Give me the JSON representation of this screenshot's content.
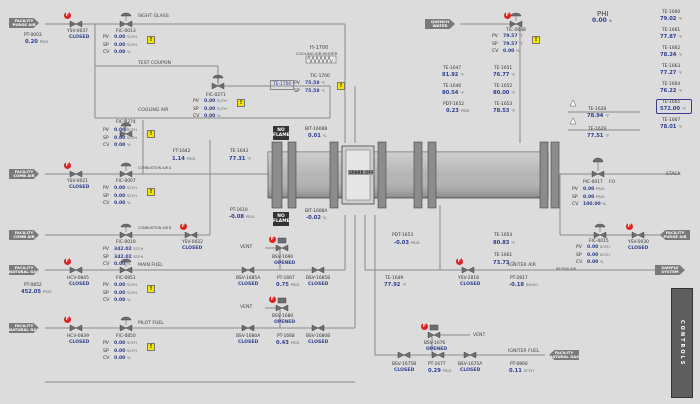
{
  "labels": {
    "sight_glass": "SIGHT GLASS",
    "test_coupon": "TEST COUPON",
    "cooling_air": "COOLING AIR",
    "combustion_air_a": "COMBUSTION AIR A",
    "combustion_air_b": "COMBUSTION AIR B",
    "main_fuel": "MAIN FUEL",
    "pilot_fuel": "PILOT FUEL",
    "vent": "VENT",
    "stack": "STACK",
    "igniter_air": "IGNITER AIR",
    "igniter_fuel": "IGNITER FUEL",
    "heater_title": "H-1700",
    "heater_subtitle": "COOLING AIR HEATER",
    "burner_label": "SPARK OFF",
    "pv": "PV",
    "sp": "SP",
    "cv": "CV",
    "controls": "CONTROLS",
    "phi_label": "PHI",
    "phi_value": "0.00",
    "phi_unit": "Φ",
    "fo": "FO",
    "igniter_air_pressure": "60 PSIG AIR"
  },
  "destinations": {
    "purge_air_1": [
      "FACILITY",
      "PURGE AIR"
    ],
    "comb_air_1": [
      "FACILITY",
      "COMB AIR"
    ],
    "comb_air_2": [
      "FACILITY",
      "COMB AIR"
    ],
    "nat_gas_1": [
      "FACILITY",
      "NATURAL GAS"
    ],
    "nat_gas_2": [
      "FACILITY",
      "NATURAL GAS"
    ],
    "quench_water": [
      "QUENCH",
      "WATER"
    ],
    "purge_air_r": [
      "FACILITY",
      "PURGE AIR"
    ],
    "sample_system": [
      "SAMPLE",
      "SYSTEM"
    ],
    "nat_gas_r": [
      "FACILITY",
      "NATURAL GAS"
    ]
  },
  "flames": {
    "top": [
      "NO",
      "FLAME"
    ],
    "bottom": [
      "NO",
      "FLAME"
    ]
  },
  "valves": {
    "ysv0037": {
      "tag": "YSV-0037",
      "status": "CLOSED"
    },
    "ysv0021": {
      "tag": "YSV-0021",
      "status": "CLOSED"
    },
    "ysv0022": {
      "tag": "YSV-0022",
      "status": "CLOSED"
    },
    "hcv0845": {
      "tag": "HCV-0845",
      "status": "CLOSED"
    },
    "hcv0839": {
      "tag": "HCV-0839",
      "status": "CLOSED"
    },
    "bsv1690": {
      "tag": "BSV-1690",
      "status": "OPENED"
    },
    "bsv1685a": {
      "tag": "BSV-1685A",
      "status": "CLOSED"
    },
    "bsv1685b": {
      "tag": "BSV-1685B",
      "status": "CLOSED"
    },
    "bsv1680": {
      "tag": "BSV-1680",
      "status": "OPENED"
    },
    "bsv1680a": {
      "tag": "BSV-1680A",
      "status": "CLOSED"
    },
    "bsv1680b": {
      "tag": "BSV-1680B",
      "status": "CLOSED"
    },
    "bsv1676": {
      "tag": "BSV-1676",
      "status": "OPENED"
    },
    "ysv2818": {
      "tag": "YSV-2818",
      "status": "CLOSED"
    },
    "bsv1675b": {
      "tag": "BSV-1675B",
      "status": "CLOSED"
    },
    "bsv1675a": {
      "tag": "BSV-1675A",
      "status": "CLOSED"
    },
    "ysv0030": {
      "tag": "YSV-0030",
      "status": "CLOSED"
    }
  },
  "controllers": {
    "fic0013": {
      "tag": "FIC-0013",
      "pv": "0.00",
      "pv_u": "SCFH",
      "sp": "0.00",
      "sp_u": "SCFH",
      "cv": "0.00",
      "cv_u": "%"
    },
    "fic0271": {
      "tag": "FIC-0271",
      "pv": "0.00",
      "pv_u": "SCFH",
      "sp": "0.00",
      "sp_u": "SCFH",
      "cv": "0.00",
      "cv_u": "%"
    },
    "fic0274": {
      "tag": "FIC-0274",
      "pv": "0.00",
      "pv_u": "SCFH",
      "sp": "0.00",
      "sp_u": "SCFH",
      "cv": "0.00",
      "cv_u": "%"
    },
    "fic0007": {
      "tag": "FIC-0007",
      "pv": "0.00",
      "pv_u": "SCFH",
      "sp": "0.00",
      "sp_u": "SCFH",
      "cv": "0.00",
      "cv_u": "%"
    },
    "fic0010": {
      "tag": "FIC-0010",
      "pv": "342.02",
      "pv_u": "SCFH",
      "sp": "342.02",
      "sp_u": "SCFH",
      "cv": "0.00",
      "cv_u": "%"
    },
    "fic0851": {
      "tag": "FIC-0851",
      "pv": "0.00",
      "pv_u": "SCFH",
      "sp": "0.00",
      "sp_u": "SCFH",
      "cv": "0.00",
      "cv_u": "%"
    },
    "fic0850": {
      "tag": "FIC-0850",
      "pv": "0.00",
      "pv_u": "SCFH",
      "sp": "0.00",
      "sp_u": "SCFH",
      "cv": "0.00",
      "cv_u": "%"
    },
    "tic0648": {
      "tag": "TIC-0648",
      "pv": "79.57",
      "pv_u": "°F",
      "sp": "79.57",
      "sp_u": "°F",
      "cv": "0.00",
      "cv_u": "%"
    },
    "pic0017": {
      "tag": "PIC-0017",
      "pv": "0.00",
      "pv_u": "PSIG",
      "sp": "0.00",
      "sp_u": "PSIG",
      "cv": "100.00",
      "cv_u": "%"
    },
    "fic0015": {
      "tag": "FIC-0015",
      "pv": "0.00",
      "pv_u": "SCFH",
      "sp": "0.00",
      "sp_u": "SCFH",
      "cv": "0.00",
      "cv_u": "%"
    },
    "tic1700": {
      "tag": "TIC-1700",
      "pv": "75.58",
      "pv_u": "°F",
      "sp": "75.58",
      "sp_u": "°F"
    }
  },
  "transmitters": {
    "pt0003": {
      "tag": "PT-0003",
      "value": "0.20",
      "unit": "PSIG"
    },
    "pt0852": {
      "tag": "PT-0852",
      "value": "452.05",
      "unit": "PSIG"
    },
    "ft1642": {
      "tag": "FT-1642",
      "value": "1.14",
      "unit": "PSIG"
    },
    "te1643": {
      "tag": "TE-1643",
      "value": "77.31",
      "unit": "°F"
    },
    "pt1610": {
      "tag": "PT-1610",
      "value": "-0.08",
      "unit": "PSIG"
    },
    "te1700": {
      "tag": "TE-1700",
      "value": ""
    },
    "bit1608b": {
      "tag": "BIT-1608B",
      "value": "0.01",
      "unit": "%"
    },
    "bit1608a": {
      "tag": "BIT-1608A",
      "value": "-0.02",
      "unit": "%"
    },
    "pt1667": {
      "tag": "PT-1667",
      "value": "0.75",
      "unit": "PSIG"
    },
    "pt1668": {
      "tag": "PT-1668",
      "value": "0.43",
      "unit": "PSIG"
    },
    "te1647": {
      "tag": "TE-1647",
      "value": "81.92",
      "unit": "°F"
    },
    "te1646": {
      "tag": "TE-1646",
      "value": "80.54",
      "unit": "°F"
    },
    "te1651": {
      "tag": "TE-1651",
      "value": "76.77",
      "unit": "°F"
    },
    "te1652": {
      "tag": "TE-1652",
      "value": "80.00",
      "unit": "°F"
    },
    "pdt1652": {
      "tag": "PDT-1652",
      "value": "0.23",
      "unit": "PSID"
    },
    "te1653": {
      "tag": "TE-1653",
      "value": "78.53",
      "unit": "°F"
    },
    "pdt1653": {
      "tag": "PDT-1653",
      "value": "-0.03",
      "unit": "PSID"
    },
    "te1654": {
      "tag": "TE-1654",
      "value": "80.83",
      "unit": "°F"
    },
    "te1661": {
      "tag": "TE-1661",
      "value": "73.73",
      "unit": "°F"
    },
    "te1649": {
      "tag": "TE-1649",
      "value": "77.92",
      "unit": "°F"
    },
    "pt2817": {
      "tag": "PT-2817",
      "value": "-0.18",
      "unit": "INH2O"
    },
    "pt1677": {
      "tag": "PT-1677",
      "value": "0.29",
      "unit": "PSIG"
    },
    "pt0860": {
      "tag": "PT-0860",
      "value": "0.11",
      "unit": "SCFH"
    },
    "te1628": {
      "tag": "TE-1628",
      "value": "78.94",
      "unit": "°F"
    },
    "te1629": {
      "tag": "TE-1629",
      "value": "77.51",
      "unit": "°F"
    }
  },
  "right_list": [
    {
      "tag": "TE-1660",
      "value": "79.02",
      "unit": "°F"
    },
    {
      "tag": "TE-1661",
      "value": "77.87",
      "unit": "°F"
    },
    {
      "tag": "TE-1662",
      "value": "78.24",
      "unit": "°F"
    },
    {
      "tag": "TE-1663",
      "value": "77.27",
      "unit": "°F"
    },
    {
      "tag": "TE-1664",
      "value": "76.22",
      "unit": "°F"
    },
    {
      "tag": "TE-1665",
      "value": "572.00",
      "unit": "°F"
    },
    {
      "tag": "TE-1667",
      "value": "78.01",
      "unit": "°F"
    }
  ],
  "colors": {
    "background": "#dcdcdc",
    "value_text": "#2f3f8f",
    "alarm": "#f3e600",
    "badge": "#dd2222",
    "pipe": "#8a8a8a"
  }
}
